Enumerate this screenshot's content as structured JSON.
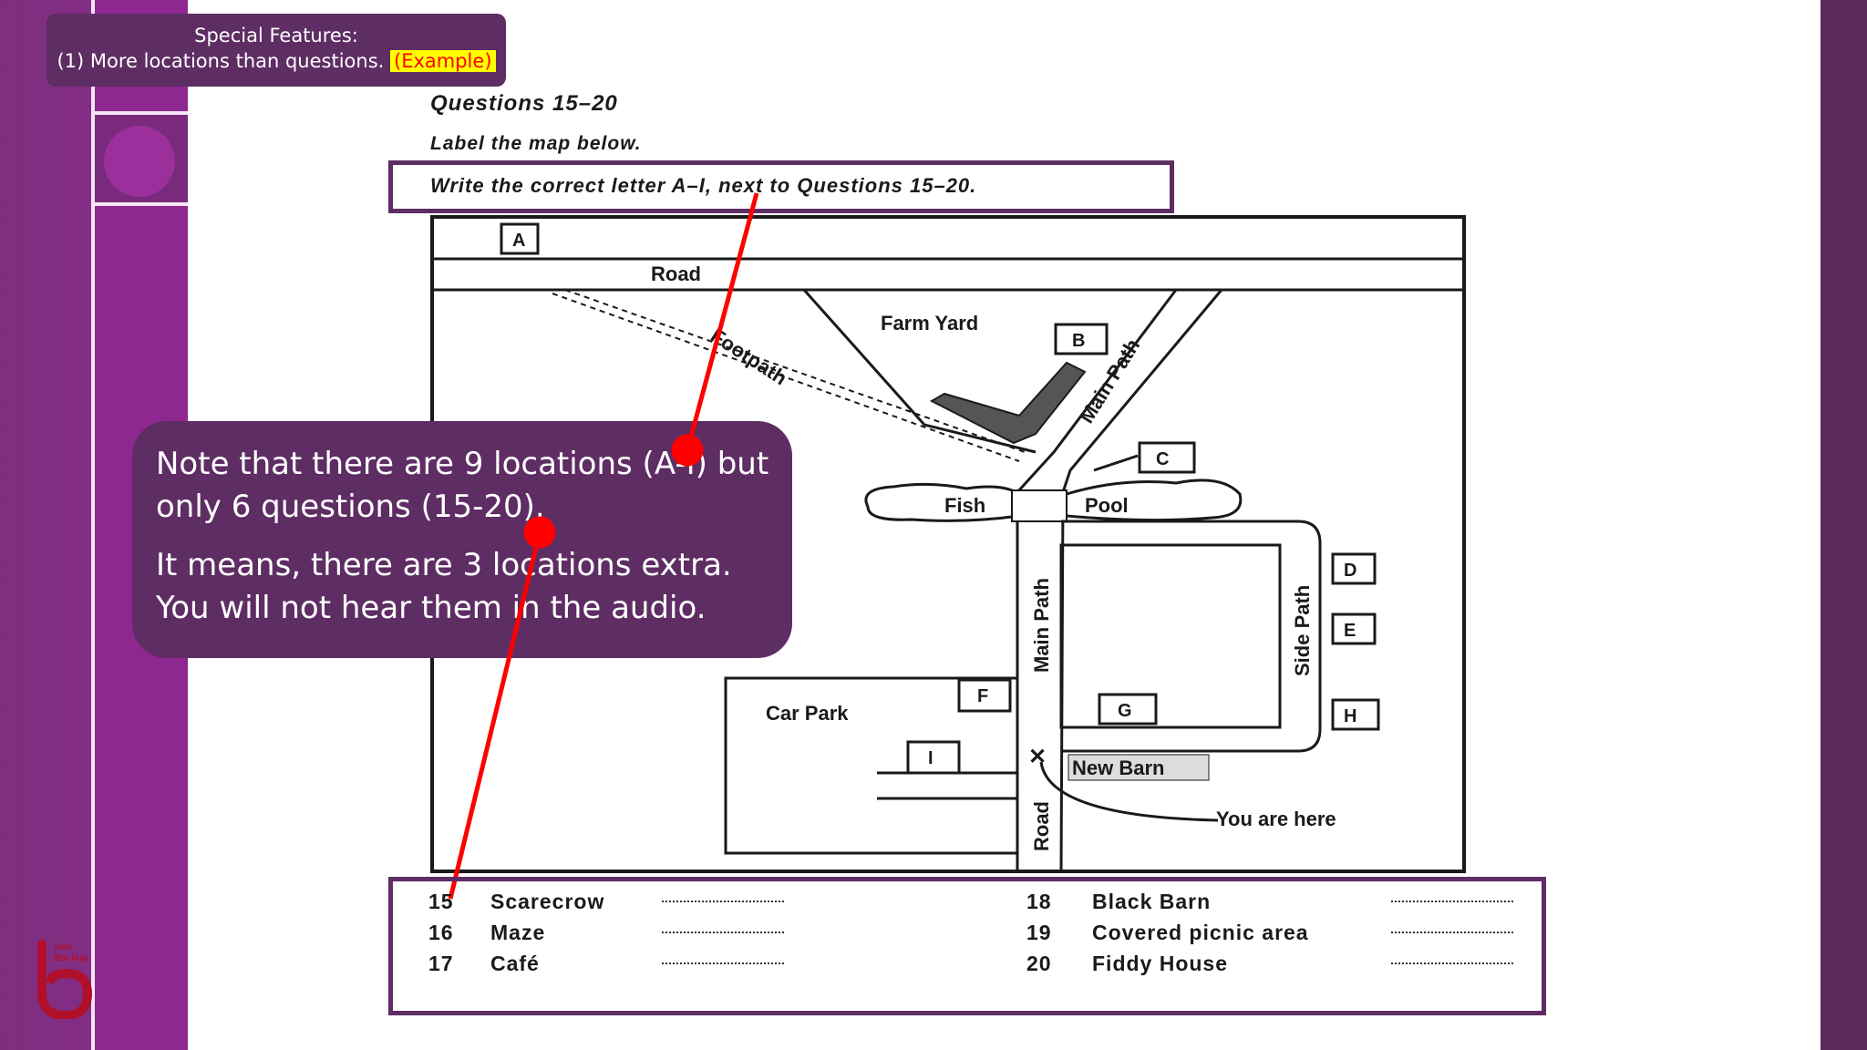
{
  "feature_box": {
    "line1": "Special Features:",
    "line2": "(1) More locations than questions.",
    "highlight": "(Example)"
  },
  "questions": {
    "title": "Questions 15–20",
    "subtitle": "Label the map below.",
    "instruction": "Write the correct letter A–I, next to Questions 15–20."
  },
  "map": {
    "road_top": "Road",
    "farm_yard": "Farm Yard",
    "footpath": "Footpath",
    "main_path_upper": "Main Path",
    "fish": "Fish",
    "pool": "Pool",
    "main_path_lower": "Main Path",
    "side_path": "Side Path",
    "car_park": "Car Park",
    "new_barn": "New Barn",
    "you_are_here": "You are here",
    "road_bottom": "Road",
    "letters": {
      "a": "A",
      "b": "B",
      "c": "C",
      "d": "D",
      "e": "E",
      "f": "F",
      "g": "G",
      "h": "H",
      "i": "I"
    }
  },
  "note": {
    "para1": "Note that there are 9 locations (A-I) but only 6 questions (15-20).",
    "para2": "It means, there are 3 locations extra. You will not hear them in the audio."
  },
  "answers": [
    {
      "num": "15",
      "label": "Scarecrow"
    },
    {
      "num": "16",
      "label": "Maze"
    },
    {
      "num": "17",
      "label": "Café"
    },
    {
      "num": "18",
      "label": "Black Barn"
    },
    {
      "num": "19",
      "label": "Covered picnic area"
    },
    {
      "num": "20",
      "label": "Fiddy House"
    }
  ],
  "logo": {
    "text1": "ielts",
    "text2": "Backup"
  },
  "colors": {
    "purple_dark": "#5e2d63",
    "purple_band": "#8a2a8c",
    "arrow_red": "#ff0000",
    "highlight_yellow": "#ffff00"
  }
}
